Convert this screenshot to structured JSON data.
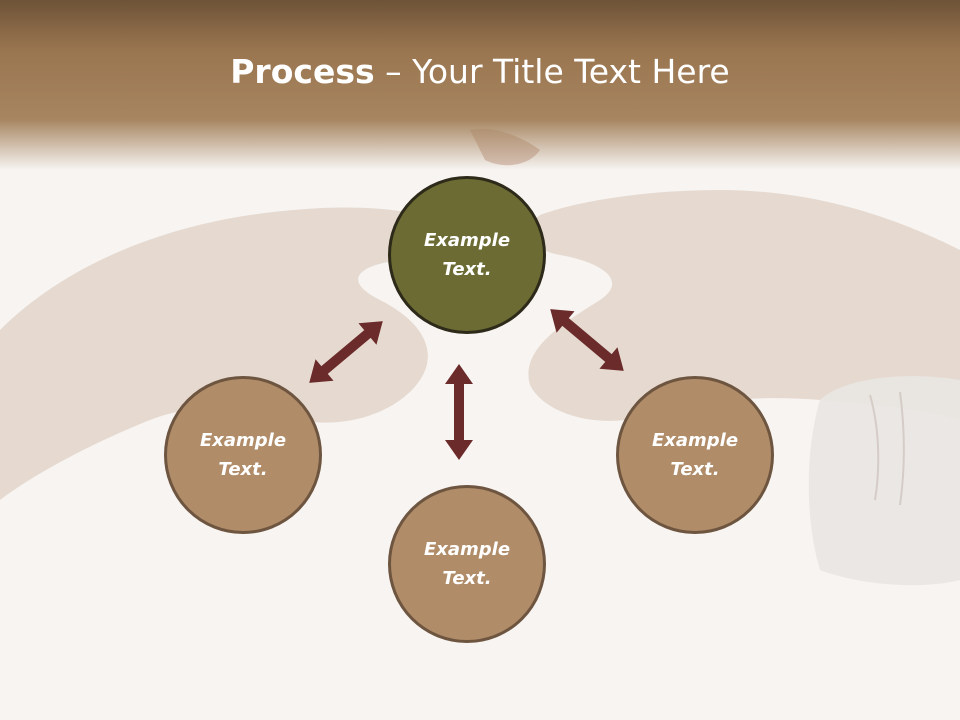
{
  "slide": {
    "title_bold": "Process",
    "title_rest": " – Your Title Text Here"
  },
  "nodes": [
    {
      "id": "center",
      "line1": "Example",
      "line2": "Text.",
      "fill": "#6b6b33",
      "stroke": "#2e2a1a"
    },
    {
      "id": "left",
      "line1": "Example",
      "line2": "Text.",
      "fill": "#b08c69",
      "stroke": "#6e5540"
    },
    {
      "id": "bottom",
      "line1": "Example",
      "line2": "Text.",
      "fill": "#b08c69",
      "stroke": "#6e5540"
    },
    {
      "id": "right",
      "line1": "Example",
      "line2": "Text.",
      "fill": "#b08c69",
      "stroke": "#6e5540"
    }
  ],
  "colors": {
    "arrow": "#6b2b2b",
    "header": "#9a7650"
  }
}
